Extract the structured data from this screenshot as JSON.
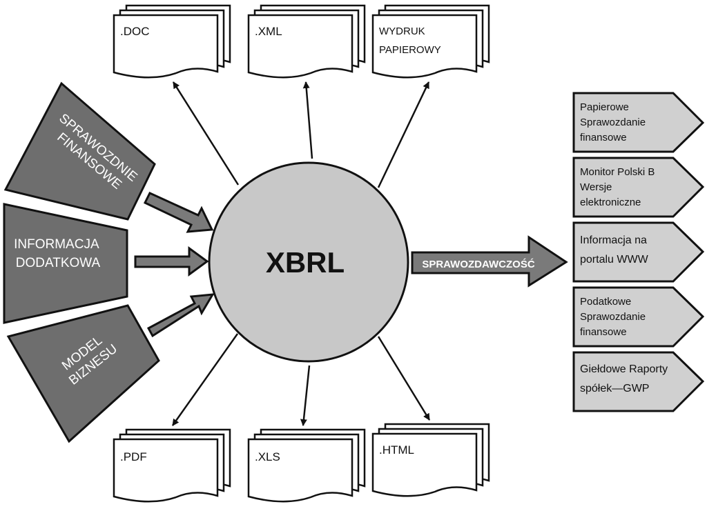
{
  "center": {
    "label": "XBRL"
  },
  "inputs": [
    {
      "id": "sprawozdanie",
      "lines": [
        "SPRAWOZDNIE",
        "FINANSOWE"
      ]
    },
    {
      "id": "informacja",
      "lines": [
        "INFORMACJA",
        "DODATKOWA"
      ]
    },
    {
      "id": "model",
      "lines": [
        "MODEL",
        "BIZNESU"
      ]
    }
  ],
  "formats_top": [
    {
      "id": "doc",
      "lines": [
        ".DOC"
      ]
    },
    {
      "id": "xml",
      "lines": [
        ".XML"
      ]
    },
    {
      "id": "wydruk",
      "lines": [
        "WYDRUK",
        "PAPIEROWY"
      ]
    }
  ],
  "formats_bottom": [
    {
      "id": "pdf",
      "lines": [
        ".PDF"
      ]
    },
    {
      "id": "xls",
      "lines": [
        ".XLS"
      ]
    },
    {
      "id": "html",
      "lines": [
        ".HTML"
      ]
    }
  ],
  "reporting_arrow": {
    "label": "SPRAWOZDAWCZOŚĆ"
  },
  "outputs": [
    {
      "id": "papierowe",
      "lines": [
        "Papierowe",
        "Sprawozdanie",
        "finansowe"
      ]
    },
    {
      "id": "monitor",
      "lines": [
        "Monitor Polski B",
        "Wersje",
        "elektroniczne"
      ]
    },
    {
      "id": "portal",
      "lines": [
        "Informacja na",
        "portalu WWW"
      ]
    },
    {
      "id": "podatkowe",
      "lines": [
        "Podatkowe",
        "Sprawozdanie",
        "finansowe"
      ]
    },
    {
      "id": "gieldowe",
      "lines": [
        "Giełdowe Raporty",
        "spółek—GWP"
      ]
    }
  ],
  "colors": {
    "circle_fill": "#c8c8c8",
    "input_fill": "#6e6e6e",
    "arrow_fill": "#7a7a7a",
    "output_fill": "#d0d0d0",
    "stroke": "#111111"
  }
}
